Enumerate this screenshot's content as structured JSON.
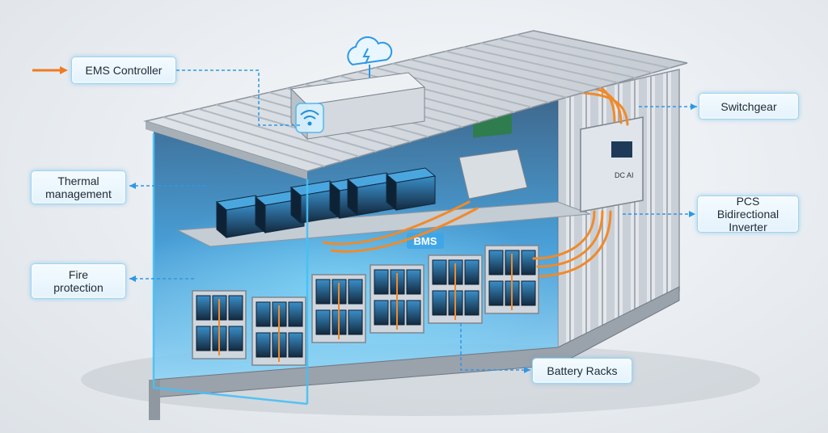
{
  "labels": {
    "ems_controller": "EMS Controller",
    "thermal_management": "Thermal\nmanagement",
    "fire_protection": "Fire\nprotection",
    "switchgear": "Switchgear",
    "pcs": "PCS Bidirectional\nInverter",
    "battery_racks": "Battery Racks",
    "bms": "BMS",
    "pcs_unit_text": "DC AI"
  },
  "colors": {
    "accent_orange": "#f07a22",
    "accent_blue": "#2c98e6",
    "glow_blue": "#47c0f5",
    "steel": "#b9c0c8",
    "cable": "#f08a2a"
  },
  "icons": {
    "cloud": "cloud-icon",
    "wifi": "wifi-icon"
  }
}
